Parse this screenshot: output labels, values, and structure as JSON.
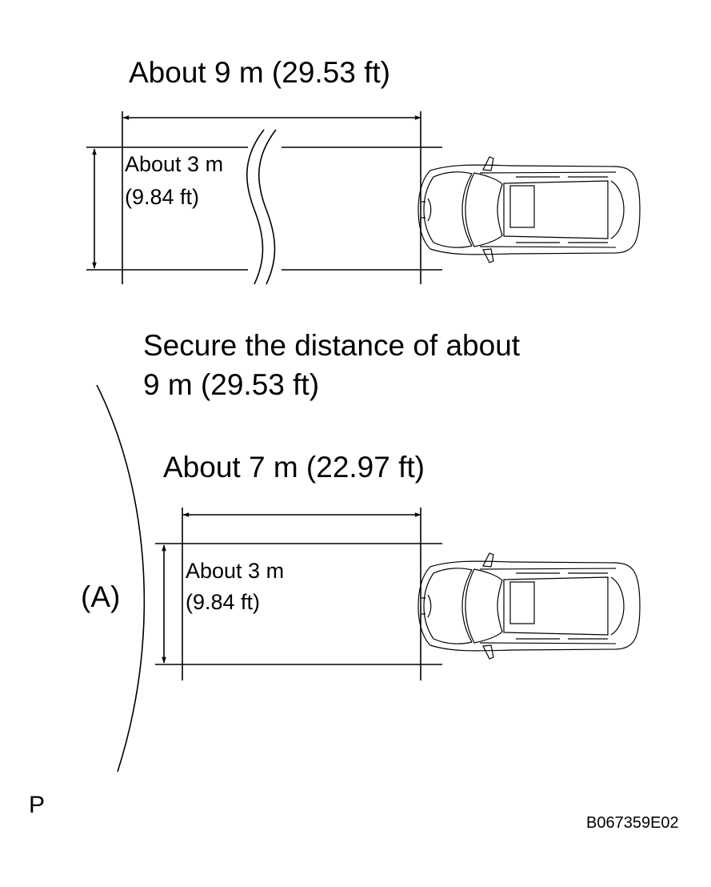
{
  "top": {
    "length_label": "About 9 m (29.53 ft)",
    "width_label_line1": "About 3 m",
    "width_label_line2": "(9.84 ft)"
  },
  "instruction": {
    "line1": "Secure the distance of about",
    "line2": "9 m (29.53 ft)"
  },
  "bottom": {
    "length_label": "About 7 m (22.97 ft)",
    "width_label_line1": "About 3 m",
    "width_label_line2": "(9.84 ft)",
    "area_label": "(A)"
  },
  "corner_letter": "P",
  "figure_code": "B067359E02"
}
